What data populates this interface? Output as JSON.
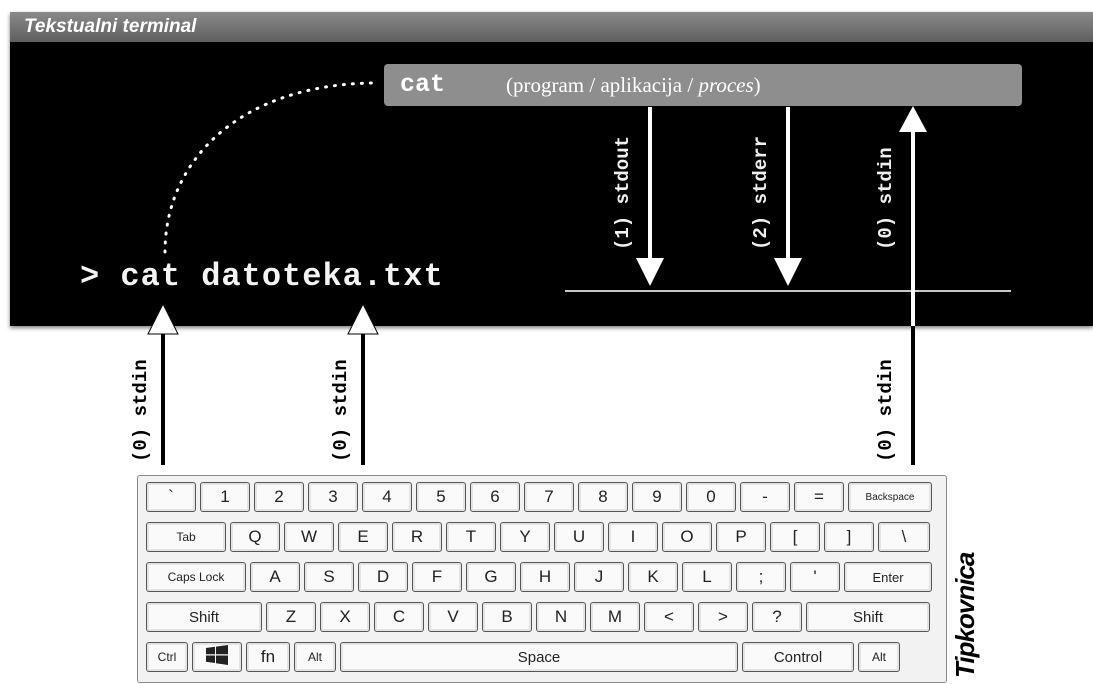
{
  "terminal": {
    "title": "Tekstualni terminal",
    "process_command": "cat",
    "process_description_plain": "(program / aplikacija / ",
    "process_description_italic": "proces",
    "process_description_close": ")",
    "prompt_symbol": ">",
    "command_text": "cat datoteka.txt"
  },
  "streams": {
    "stdout": "(1) stdout",
    "stderr": "(2) stderr",
    "stdin": "(0) stdin"
  },
  "keyboard": {
    "label": "Tipkovnica",
    "rows": [
      [
        "`",
        "1",
        "2",
        "3",
        "4",
        "5",
        "6",
        "7",
        "8",
        "9",
        "0",
        "-",
        "=",
        "Backspace"
      ],
      [
        "Tab",
        "Q",
        "W",
        "E",
        "R",
        "T",
        "Y",
        "U",
        "I",
        "O",
        "P",
        "[",
        "]",
        "\\"
      ],
      [
        "Caps Lock",
        "A",
        "S",
        "D",
        "F",
        "G",
        "H",
        "J",
        "K",
        "L",
        ";",
        "'",
        "Enter"
      ],
      [
        "Shift",
        "Z",
        "X",
        "C",
        "V",
        "B",
        "N",
        "M",
        "<",
        ">",
        "?",
        "Shift"
      ],
      [
        "Ctrl",
        "windows-icon",
        "fn",
        "Alt",
        "Space",
        "Control",
        "Alt"
      ]
    ]
  },
  "colors": {
    "terminal_bg": "#000000",
    "title_bar": "#6e6e6e",
    "process_box": "#8e8e8e"
  }
}
